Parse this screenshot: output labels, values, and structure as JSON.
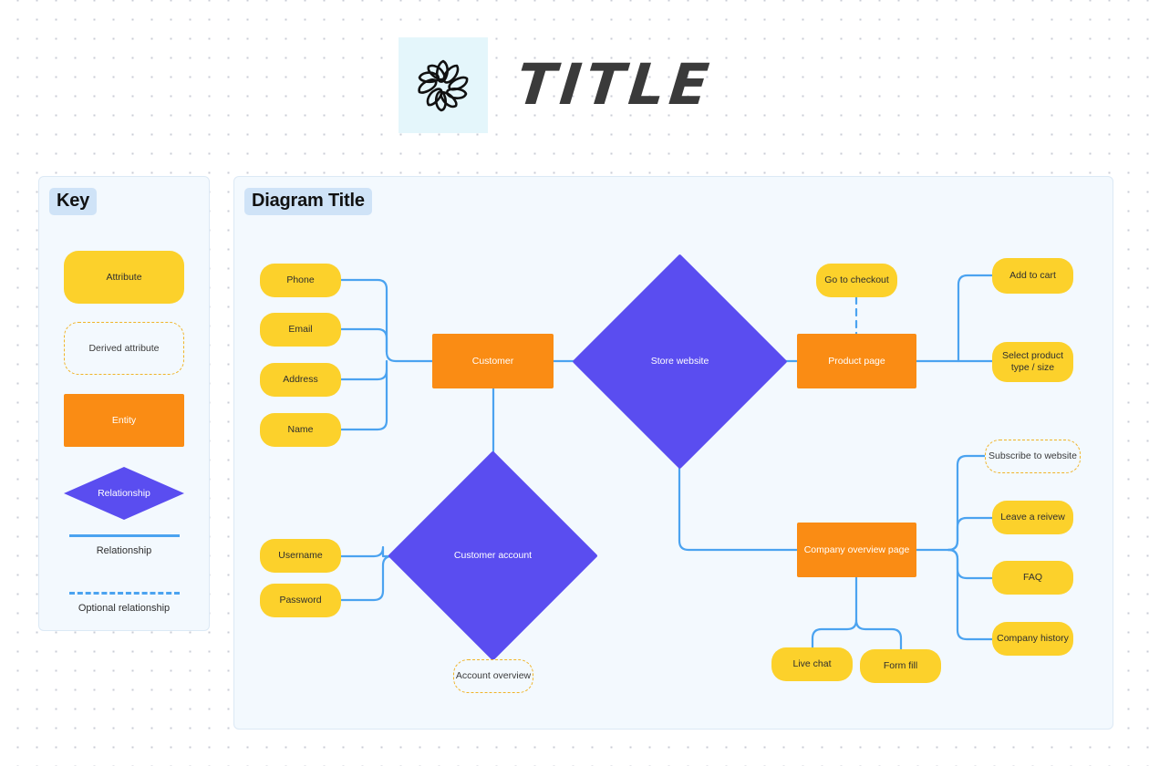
{
  "header": {
    "logo_icon": "flower-doodle-icon",
    "title": "TITLE"
  },
  "key_panel": {
    "title": "Key",
    "items": [
      {
        "label": "Attribute",
        "shape": "rounded-rect",
        "fill": "#fcd12b"
      },
      {
        "label": "Derived attribute",
        "shape": "rounded-rect-dashed",
        "stroke": "#f0b429"
      },
      {
        "label": "Entity",
        "shape": "rect",
        "fill": "#fa8c14"
      },
      {
        "label": "Relationship",
        "shape": "diamond",
        "fill": "#5a4df0"
      }
    ],
    "line_legend": [
      {
        "label": "Relationship",
        "style": "solid",
        "color": "#4ba3f0"
      },
      {
        "label": "Optional relationship",
        "style": "dashed",
        "color": "#4ba3f0"
      }
    ]
  },
  "diagram": {
    "title": "Diagram Title",
    "nodes": {
      "phone": "Phone",
      "email": "Email",
      "address": "Address",
      "name": "Name",
      "username": "Username",
      "password": "Password",
      "customer": "Customer",
      "store_website": "Store website",
      "customer_account": "Customer account",
      "account_overview": "Account overview",
      "go_to_checkout": "Go to checkout",
      "product_page": "Product page",
      "company_overview_page": "Company overview page",
      "add_to_cart": "Add to cart",
      "select_product": "Select product type / size",
      "subscribe": "Subscribe to website",
      "leave_review": "Leave a reivew",
      "faq": "FAQ",
      "company_history": "Company history",
      "live_chat": "Live chat",
      "form_fill": "Form fill"
    },
    "edges": [
      {
        "from": "phone",
        "to": "customer",
        "style": "solid"
      },
      {
        "from": "email",
        "to": "customer",
        "style": "solid"
      },
      {
        "from": "address",
        "to": "customer",
        "style": "solid"
      },
      {
        "from": "name",
        "to": "customer",
        "style": "solid"
      },
      {
        "from": "customer",
        "to": "store_website",
        "style": "solid"
      },
      {
        "from": "customer",
        "to": "customer_account",
        "style": "solid"
      },
      {
        "from": "username",
        "to": "customer_account",
        "style": "solid"
      },
      {
        "from": "password",
        "to": "customer_account",
        "style": "solid"
      },
      {
        "from": "customer_account",
        "to": "account_overview",
        "style": "dashed"
      },
      {
        "from": "store_website",
        "to": "product_page",
        "style": "solid"
      },
      {
        "from": "store_website",
        "to": "company_overview_page",
        "style": "solid"
      },
      {
        "from": "go_to_checkout",
        "to": "product_page",
        "style": "dashed"
      },
      {
        "from": "product_page",
        "to": "add_to_cart",
        "style": "solid"
      },
      {
        "from": "product_page",
        "to": "select_product",
        "style": "solid"
      },
      {
        "from": "company_overview_page",
        "to": "subscribe",
        "style": "solid"
      },
      {
        "from": "company_overview_page",
        "to": "leave_review",
        "style": "solid"
      },
      {
        "from": "company_overview_page",
        "to": "faq",
        "style": "solid"
      },
      {
        "from": "company_overview_page",
        "to": "company_history",
        "style": "solid"
      },
      {
        "from": "company_overview_page",
        "to": "live_chat",
        "style": "solid"
      },
      {
        "from": "company_overview_page",
        "to": "form_fill",
        "style": "solid"
      }
    ]
  },
  "colors": {
    "attribute": "#fcd12b",
    "entity": "#fa8c14",
    "relationship": "#5a4df0",
    "connector": "#4ba3f0",
    "derived_stroke": "#f0b429",
    "panel_bg": "#f3f9fe",
    "title_chip": "#cfe3f7"
  }
}
